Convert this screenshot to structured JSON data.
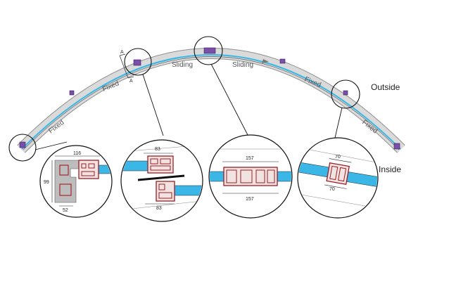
{
  "labels": {
    "sliding_left": "Sliding",
    "sliding_right": "Sliding",
    "fixed_left_lower": "Fixed",
    "fixed_left_upper": "Fixed",
    "fixed_right_upper": "Fixed",
    "fixed_right_lower": "Fixed",
    "outside": "Outside",
    "inside": "Inside",
    "section_mark_top": "A",
    "section_mark_bottom": "A"
  },
  "details": [
    {
      "top_dim": "116",
      "side_dim": "99",
      "bottom_dim": "52"
    },
    {
      "top_dim": "83",
      "bottom_dim": "83"
    },
    {
      "top_dim": "157",
      "bottom_dim": "157"
    },
    {
      "top_dim": "70",
      "bottom_dim": "70"
    }
  ],
  "colors": {
    "frame": "#d6d6d6",
    "glass": "#3ab7e6",
    "profile": "#9e1c22",
    "outline": "#222222"
  }
}
